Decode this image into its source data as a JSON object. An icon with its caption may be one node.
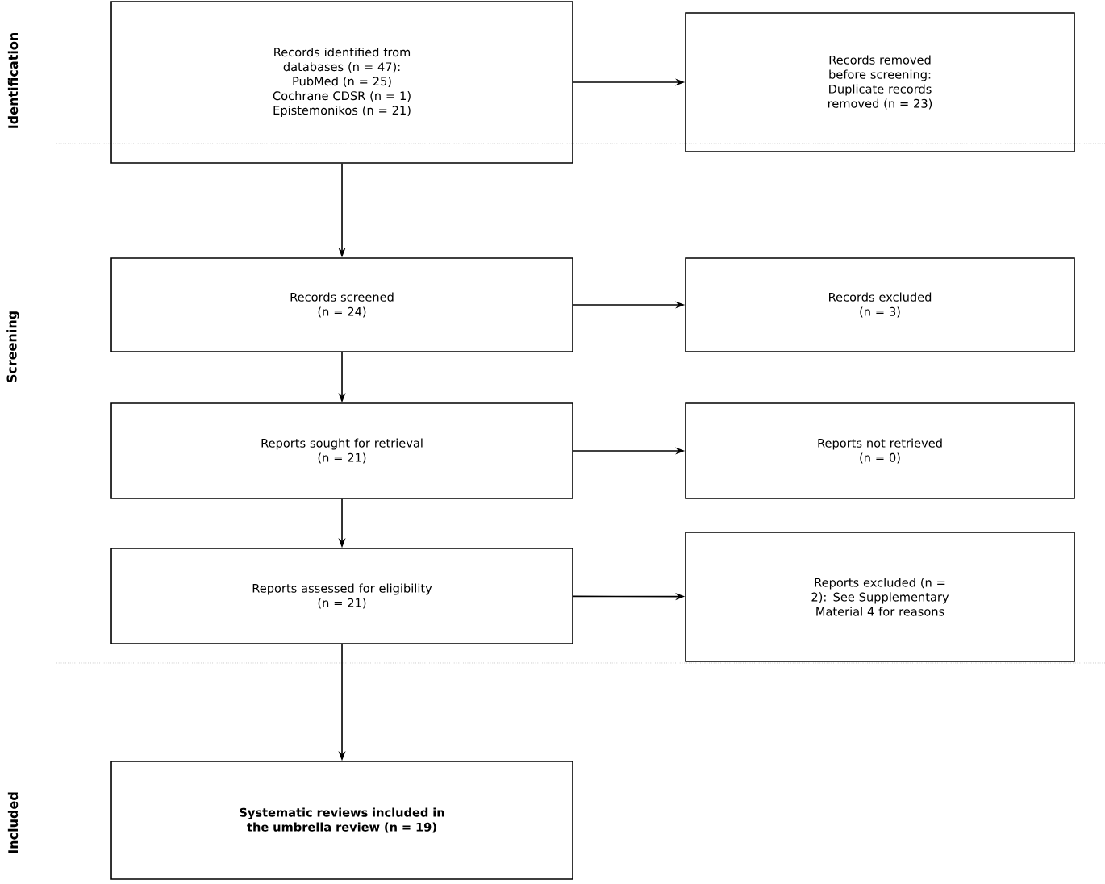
{
  "diagram": {
    "nodes": [
      {
        "text": [
          "Records identified from databases (n = 47):",
          "PubMed (n = 25)",
          "Cochrane CDSR (n = 1)",
          "Epistemonikos (n = 21)"
        ]
      },
      {
        "text": [
          "Records removed before screening:",
          "Duplicate records removed (n = 23)"
        ]
      },
      {
        "text": [
          "Records screened",
          "(n = 24)"
        ]
      },
      {
        "text": [
          "Records excluded",
          "(n = 3)"
        ]
      },
      {
        "text": [
          "Reports sought for retrieval",
          "(n = 21)"
        ]
      },
      {
        "text": [
          "Reports not retrieved",
          "(n = 0)"
        ]
      },
      {
        "text": [
          "Reports assessed for eligibility",
          "(n = 21)"
        ]
      },
      {
        "text": [
          "Reports excluded (n = 2): See Supplementary Material 4 for reasons"
        ]
      },
      {
        "text": [
          "Systematic reviews included in the umbrella review (n = 19)"
        ]
      }
    ],
    "edges": [
      {
        "from": 0,
        "to": 1,
        "arrow": "to"
      },
      {
        "from": 0,
        "to": 2,
        "arrow": "to"
      },
      {
        "from": 2,
        "to": 3,
        "arrow": "to"
      },
      {
        "from": 2,
        "to": 4,
        "arrow": "to"
      },
      {
        "from": 4,
        "to": 5,
        "arrow": "to"
      },
      {
        "from": 4,
        "to": 6,
        "arrow": "to"
      },
      {
        "from": 6,
        "to": 7,
        "arrow": "to"
      },
      {
        "from": 6,
        "to": 8,
        "arrow": "to"
      }
    ],
    "labels": [
      "Identification",
      "Screening",
      "Included"
    ]
  }
}
